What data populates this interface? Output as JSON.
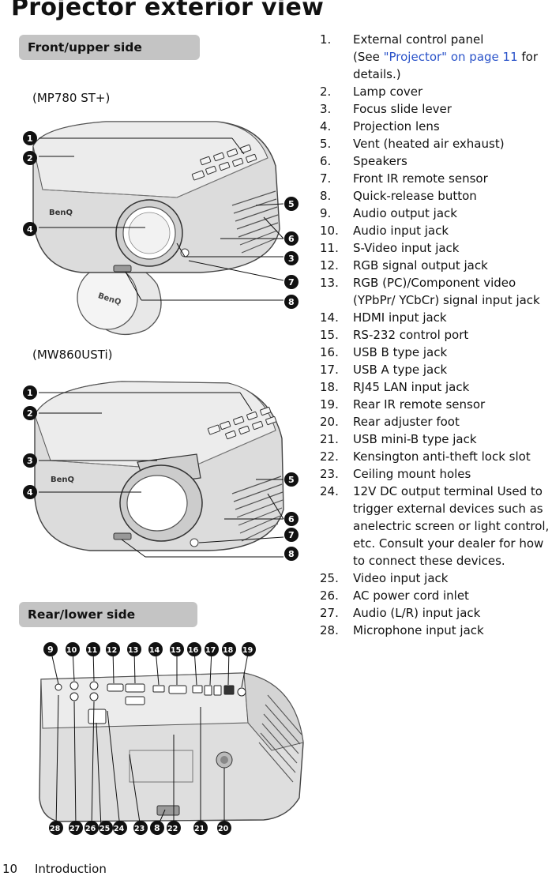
{
  "title": "Projector exterior view",
  "sections": {
    "front": "Front/upper side",
    "rear": "Rear/lower side"
  },
  "models": {
    "first": "(MP780 ST+)",
    "second": "(MW860USTi)"
  },
  "logo_text": "BenQ",
  "callouts_front_1": [
    "1",
    "2",
    "4",
    "5",
    "6",
    "3",
    "7",
    "8"
  ],
  "callouts_front_2": [
    "1",
    "2",
    "3",
    "4",
    "5",
    "6",
    "7",
    "8"
  ],
  "callouts_rear_top": [
    "9",
    "10",
    "11",
    "12",
    "13",
    "14",
    "15",
    "16",
    "17",
    "18",
    "19"
  ],
  "callouts_rear_bottom": [
    "28",
    "27",
    "26",
    "25",
    "24",
    "23",
    "8",
    "22",
    "21",
    "20"
  ],
  "items": [
    {
      "num": "1.",
      "text": "External control panel",
      "extra_pre": "(See ",
      "link": "\"Projector\" on page 11",
      "extra_post": " for details.)"
    },
    {
      "num": "2.",
      "text": "Lamp cover"
    },
    {
      "num": "3.",
      "text": "Focus slide lever"
    },
    {
      "num": "4.",
      "text": "Projection lens"
    },
    {
      "num": "5.",
      "text": "Vent (heated air exhaust)"
    },
    {
      "num": "6.",
      "text": "Speakers"
    },
    {
      "num": "7.",
      "text": "Front IR remote sensor"
    },
    {
      "num": "8.",
      "text": "Quick-release button"
    },
    {
      "num": "9.",
      "text": "Audio output jack"
    },
    {
      "num": "10.",
      "text": "Audio input jack"
    },
    {
      "num": "11.",
      "text": "S-Video input jack"
    },
    {
      "num": "12.",
      "text": "RGB signal output jack"
    },
    {
      "num": "13.",
      "text": "RGB (PC)/Component video (YPbPr/ YCbCr) signal input jack"
    },
    {
      "num": "14.",
      "text": "HDMI input jack"
    },
    {
      "num": "15.",
      "text": "RS-232 control port"
    },
    {
      "num": "16.",
      "text": "USB B type jack"
    },
    {
      "num": "17.",
      "text": "USB A type jack"
    },
    {
      "num": "18.",
      "text": "RJ45 LAN input jack"
    },
    {
      "num": "19.",
      "text": "Rear IR remote sensor"
    },
    {
      "num": "20.",
      "text": "Rear adjuster foot"
    },
    {
      "num": "21.",
      "text": "USB mini-B type jack"
    },
    {
      "num": "22.",
      "text": "Kensington anti-theft lock slot"
    },
    {
      "num": "23.",
      "text": "Ceiling mount holes"
    },
    {
      "num": "24.",
      "text": "12V DC output terminal Used to trigger external devices such as anelectric screen or light control, etc. Consult your dealer for how to connect these devices."
    },
    {
      "num": "25.",
      "text": "Video input jack"
    },
    {
      "num": "26.",
      "text": "AC power cord inlet"
    },
    {
      "num": "27.",
      "text": "Audio (L/R) input jack"
    },
    {
      "num": "28.",
      "text": "Microphone input jack"
    }
  ],
  "footer": {
    "page": "10",
    "section": "Introduction"
  }
}
